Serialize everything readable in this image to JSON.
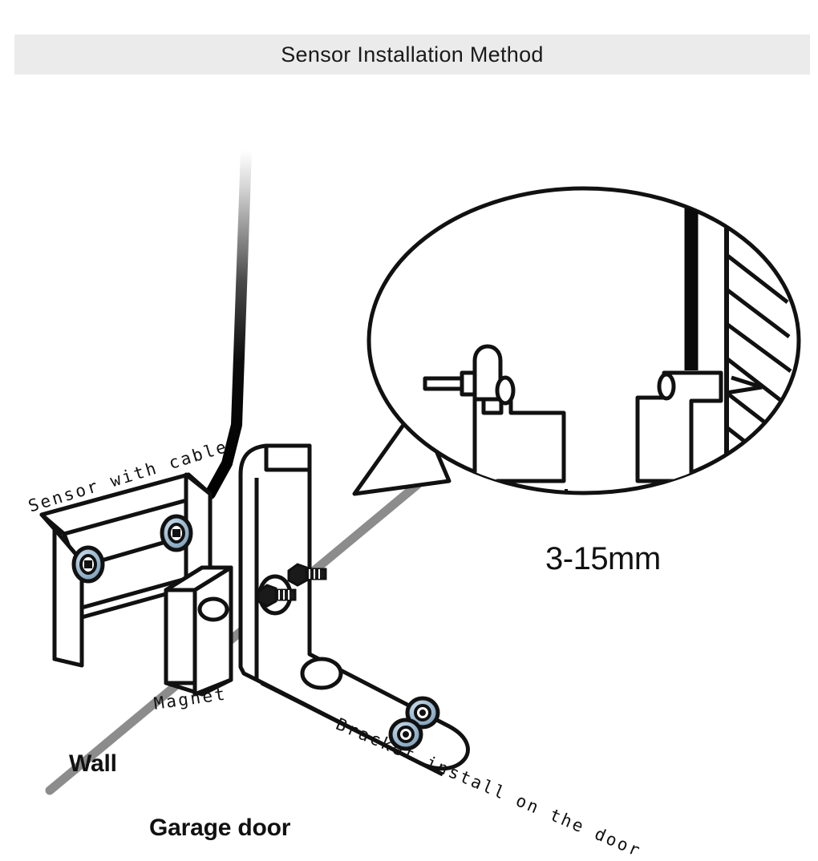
{
  "header": {
    "title": "Sensor Installation Method",
    "band_color": "#ebebeb"
  },
  "diagram": {
    "background_color": "#ffffff",
    "line_color": "#111111",
    "screw_color": "#93b2c8",
    "screw_dark_color": "#2b2b2b",
    "floor_line_color": "#8c8c8c",
    "cable_color": "#000000",
    "labels": {
      "sensor": "Sensor with cable",
      "magnet": "Magnet",
      "bracket": "Bracket install on the door",
      "wall": "Wall",
      "garage_door": "Garage door",
      "dimension": "3-15mm"
    },
    "callout": {
      "shape": "ellipse-speech-balloon",
      "contents": "close-up of sensor bracket and magnet bracket mounted with bolts against hatched wall, gap dimension annotated",
      "dimension_label": "3-15mm"
    },
    "parts": [
      {
        "name": "sensor-with-cable",
        "screws": 2,
        "screw_style": "blue-pan-head"
      },
      {
        "name": "magnet",
        "screws": 0,
        "screw_style": "none"
      },
      {
        "name": "l-bracket",
        "holes": 2,
        "screws": 2,
        "bolts": 2,
        "screw_style": "blue-pan-head"
      },
      {
        "name": "cable",
        "style": "black-gradient-line"
      },
      {
        "name": "wall-floor-divider",
        "style": "gray-diagonal-line"
      }
    ]
  }
}
